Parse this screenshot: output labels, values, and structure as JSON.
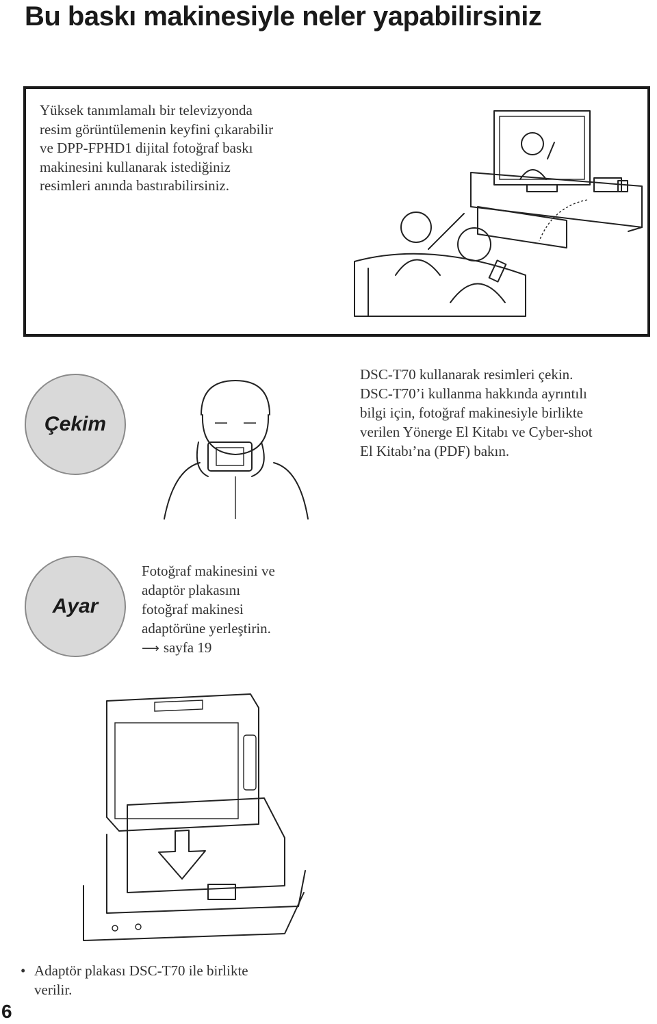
{
  "header": {
    "title": "Bu baskı makinesiyle neler yapabilirsiniz"
  },
  "intro": {
    "lines": [
      "Yüksek tanımlamalı bir televizyonda",
      "resim görüntülemenin keyfini çıkarabilir",
      "ve DPP-FPHD1 dijital fotoğraf baskı",
      "makinesini kullanarak istediğiniz",
      "resimleri anında bastırabilirsiniz."
    ]
  },
  "steps": {
    "cekim": {
      "label": "Çekim",
      "lines": [
        "DSC-T70 kullanarak resimleri çekin.",
        "DSC-T70’i kullanma hakkında ayrıntılı",
        "bilgi için, fotoğraf makinesiyle birlikte",
        "verilen Yönerge El Kitabı ve Cyber-shot",
        "El Kitabı’na (PDF) bakın."
      ]
    },
    "ayar": {
      "label": "Ayar",
      "lines": [
        "Fotoğraf makinesini ve",
        "adaptör plakasını",
        "fotoğraf makinesi",
        "adaptörüne yerleştirin."
      ],
      "page_ref": "sayfa 19"
    }
  },
  "footnote": {
    "bullet": "•",
    "lines": [
      "Adaptör plakası DSC-T70 ile birlikte",
      "verilir."
    ]
  },
  "page_number": "6",
  "icons": {
    "arrow": "long-right-arrow",
    "tv_scene": "tv-viewing-illustration",
    "camera_user": "person-holding-camera-illustration",
    "dock": "camera-dock-illustration"
  },
  "colors": {
    "text": "#1a1a1a",
    "circle_fill": "#d9d9d9",
    "box_border": "#1a1a1a"
  }
}
